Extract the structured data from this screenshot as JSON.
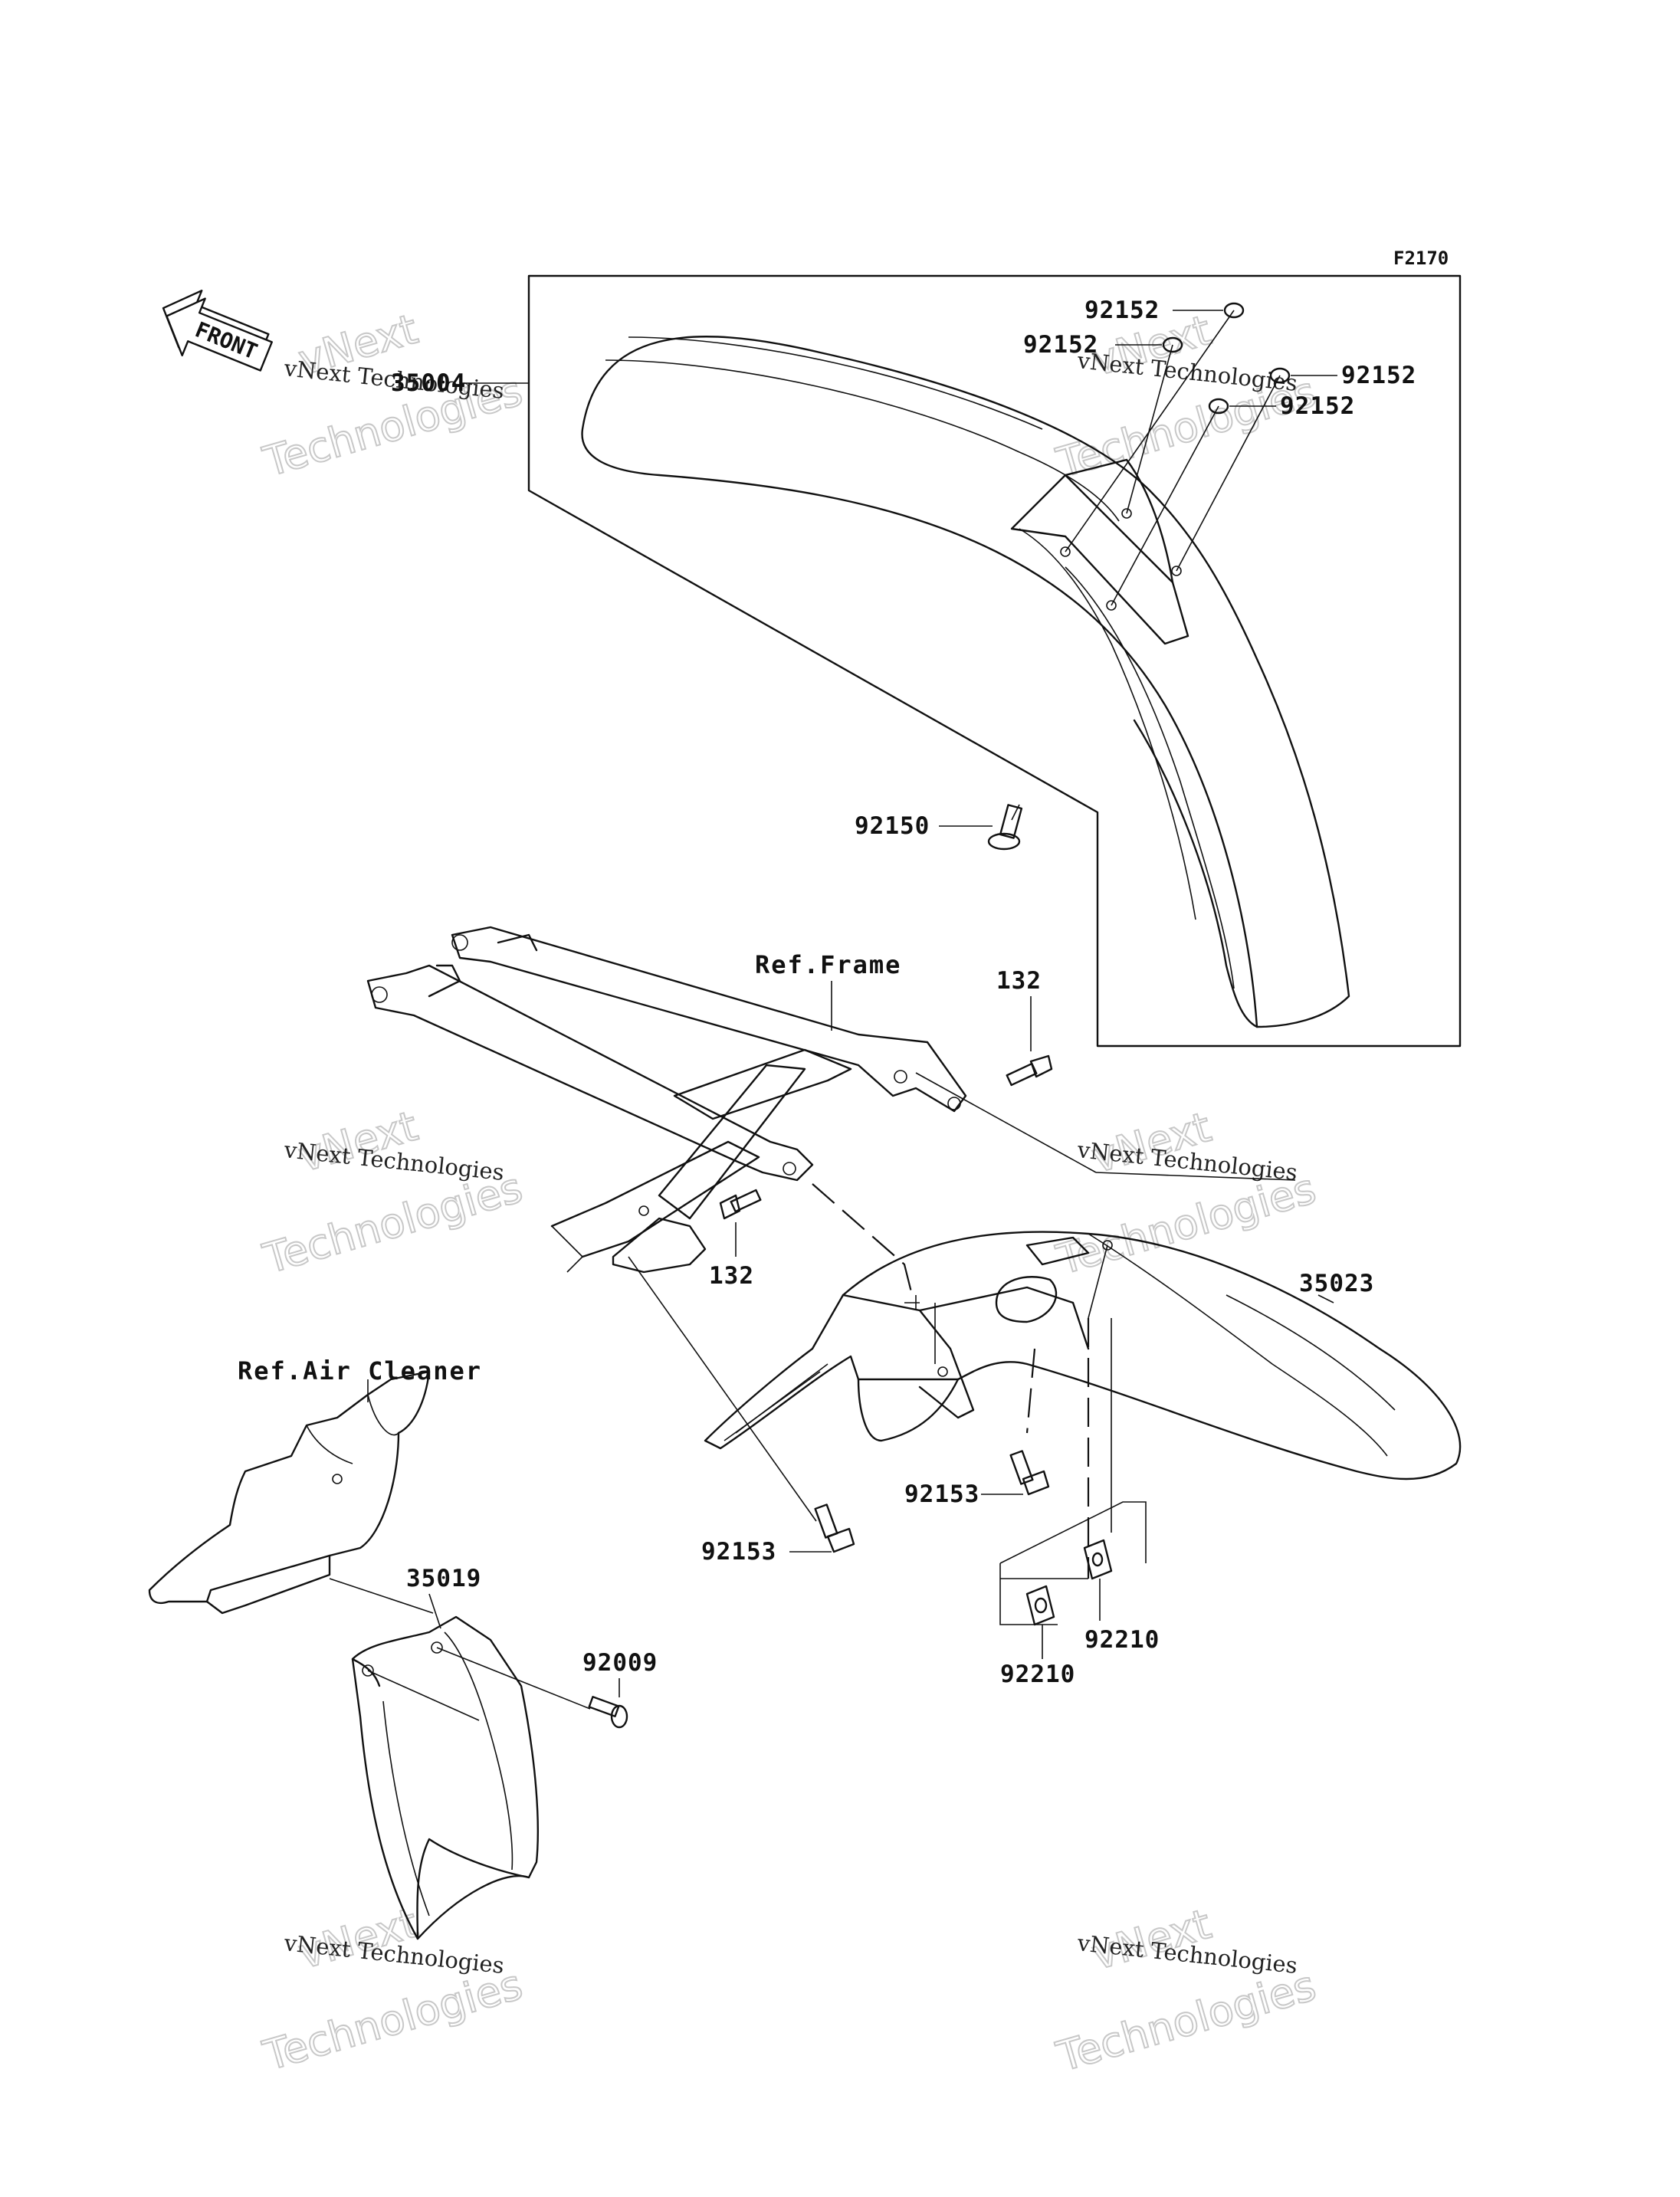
{
  "diagram_code": "F2170",
  "front_arrow": {
    "label": "FRONT",
    "icon": "front-arrow-icon"
  },
  "references": {
    "frame": "Ref.Frame",
    "air_cleaner": "Ref.Air Cleaner"
  },
  "parts": {
    "front_fender": "35004",
    "washer_a": "92152",
    "washer_b": "92152",
    "washer_c": "92152",
    "washer_d": "92152",
    "front_bolt": "92150",
    "bolt_upper": "132",
    "bolt_lower": "132",
    "rear_fender": "35023",
    "rear_bolt_a": "92153",
    "rear_bolt_b": "92153",
    "nut_a": "92210",
    "nut_b": "92210",
    "flap": "35019",
    "flap_bolt": "92009"
  },
  "watermark": {
    "line1": "vNext",
    "line2": "Technologies",
    "line3": "vNext Technologies"
  }
}
